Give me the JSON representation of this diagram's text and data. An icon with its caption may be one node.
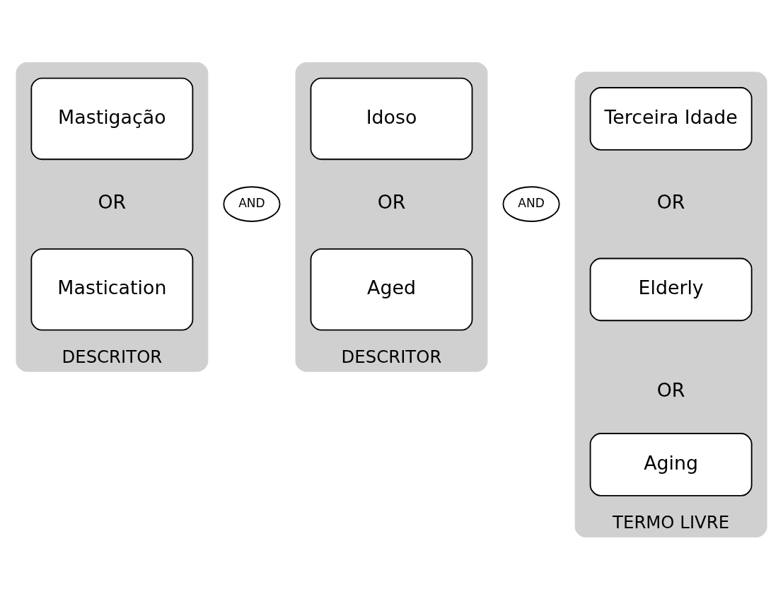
{
  "diagram": {
    "nodes": [
      {
        "text": [
          "DESCRITOR"
        ]
      },
      {
        "text": [
          "Mastigação"
        ],
        "in": 0
      },
      {
        "text": [
          "Mastication"
        ],
        "in": 0
      },
      {
        "text": [
          "AND"
        ]
      },
      {
        "text": [
          "DESCRITOR"
        ]
      },
      {
        "text": [
          "Idoso"
        ],
        "in": 4
      },
      {
        "text": [
          "Aged"
        ],
        "in": 4
      },
      {
        "text": [
          "AND"
        ]
      },
      {
        "text": [
          "TERMO LIVRE"
        ]
      },
      {
        "text": [
          "Terceira Idade"
        ],
        "in": 8
      },
      {
        "text": [
          "Elderly"
        ],
        "in": 8
      },
      {
        "text": [
          "Aging"
        ],
        "in": 8
      }
    ],
    "edges": [],
    "labels": [
      "OR",
      "OR",
      "OR",
      "OR"
    ]
  }
}
